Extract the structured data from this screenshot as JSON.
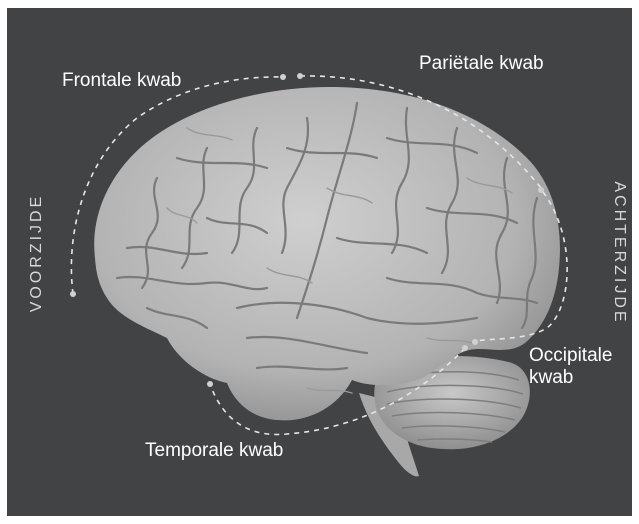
{
  "labels": {
    "frontal": "Frontale kwab",
    "parietal": "Pariëtale kwab",
    "occipital_line1": "Occipitale",
    "occipital_line2": "kwab",
    "temporal": "Temporale kwab"
  },
  "sides": {
    "front": "VOORZIJDE",
    "back": "ACHTERZIJDE"
  },
  "colors": {
    "background": "#424345",
    "brain": "#b8b8b8",
    "text": "#ffffff"
  },
  "icons": {
    "brain": "brain-illustration"
  }
}
